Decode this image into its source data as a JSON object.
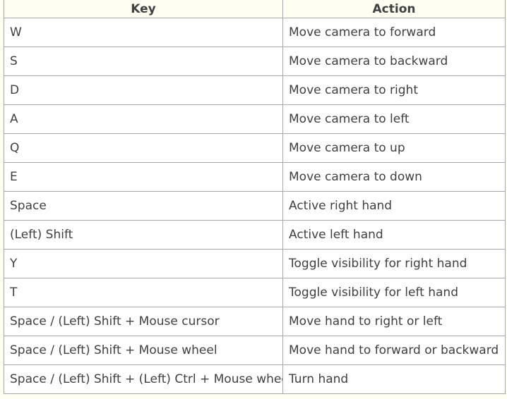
{
  "table": {
    "headers": {
      "key": "Key",
      "action": "Action"
    },
    "rows": [
      {
        "key": "W",
        "action": "Move camera to forward"
      },
      {
        "key": "S",
        "action": "Move camera to backward"
      },
      {
        "key": "D",
        "action": "Move camera to right"
      },
      {
        "key": "A",
        "action": "Move camera to left"
      },
      {
        "key": "Q",
        "action": "Move camera to up"
      },
      {
        "key": "E",
        "action": "Move camera to down"
      },
      {
        "key": "Space",
        "action": "Active right hand"
      },
      {
        "key": "(Left) Shift",
        "action": "Active left hand"
      },
      {
        "key": "Y",
        "action": "Toggle visibility for right hand"
      },
      {
        "key": "T",
        "action": "Toggle visibility for left hand"
      },
      {
        "key": "Space / (Left) Shift + Mouse cursor",
        "action": "Move hand to right or left"
      },
      {
        "key": "Space / (Left) Shift + Mouse wheel",
        "action": "Move hand to forward or backward"
      },
      {
        "key": "Space / (Left) Shift + (Left) Ctrl + Mouse wheel",
        "action": "Turn hand"
      }
    ]
  }
}
